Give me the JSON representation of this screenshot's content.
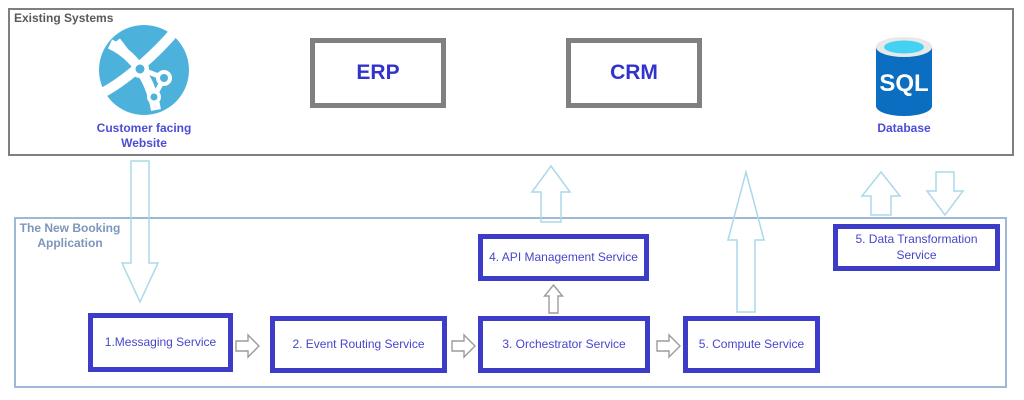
{
  "colors": {
    "top_box_border": "#7f7f7f",
    "section_label": "#595959",
    "erp_crm_border": "#808080",
    "erp_crm_text": "#3333cc",
    "service_border": "#3c3cc8",
    "service_text": "#4646cc",
    "booking_border": "#a0b8d8",
    "booking_label": "#7d96bb",
    "icon_label": "#4c4cd5",
    "arrow_light": "#abd9e9",
    "arrow_gray": "#9c9c9c",
    "globe_blue": "#4cb2dc",
    "sql_body": "#0b6ec0",
    "sql_top_ring": "#e8e8e8",
    "sql_top_inner": "#44d2f2"
  },
  "existing_systems": {
    "label": "Existing Systems",
    "website": {
      "icon": "globe-network-icon",
      "label_line1": "Customer facing",
      "label_line2": "Website"
    },
    "erp": {
      "label": "ERP"
    },
    "crm": {
      "label": "CRM"
    },
    "sql": {
      "icon": "sql-database-icon",
      "icon_text": "SQL",
      "label": "Database"
    }
  },
  "booking_app": {
    "label_line1": "The New Booking",
    "label_line2": "Application",
    "services": [
      {
        "label": "1.Messaging Service"
      },
      {
        "label": "2. Event Routing Service"
      },
      {
        "label": "3. Orchestrator Service"
      },
      {
        "label": "4. API Management Service"
      },
      {
        "label": "5. Compute Service"
      },
      {
        "label": "5. Data Transformation Service"
      }
    ]
  }
}
